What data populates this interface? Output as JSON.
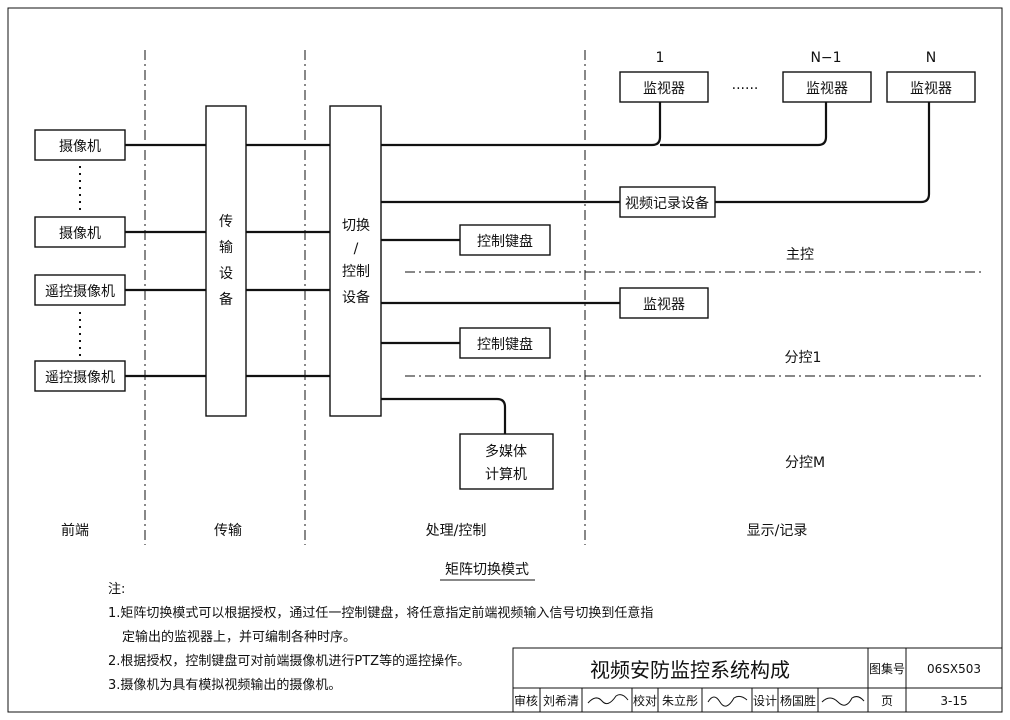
{
  "columns": {
    "front": "前端",
    "transmission": "传输",
    "processing": "处理/控制",
    "display": "显示/记录"
  },
  "cameras": [
    "摄像机",
    "摄像机",
    "遥控摄像机",
    "遥控摄像机"
  ],
  "transmission_equipment": [
    "传",
    "输",
    "设",
    "备"
  ],
  "switch_equipment": [
    "切换",
    "/",
    "控制",
    "设备"
  ],
  "monitor_index": [
    "1",
    "N−1",
    "N"
  ],
  "monitor": "监视器",
  "monitor_ellipsis": "······",
  "video_recorder": "视频记录设备",
  "control_keyboard": "控制键盘",
  "multimedia_computer": [
    "多媒体",
    "计算机"
  ],
  "zones": {
    "main": "主控",
    "sub1": "分控1",
    "subM": "分控M"
  },
  "diagram_title": "矩阵切换模式",
  "notes": {
    "heading": "注:",
    "items": [
      "1.矩阵切换模式可以根据授权，通过任一控制键盘，将任意指定前端视频输入信号切换到任意指",
      "定输出的监视器上，并可编制各种时序。",
      "2.根据授权，控制键盘可对前端摄像机进行PTZ等的遥控操作。",
      "3.摄像机为具有模拟视频输出的摄像机。"
    ]
  },
  "title_block": {
    "title": "视频安防监控系统构成",
    "atlas_label": "图集号",
    "atlas_no": "06SX503",
    "review_label": "审核",
    "reviewer": "刘希清",
    "check_label": "校对",
    "checker": "朱立彤",
    "design_label": "设计",
    "designer": "杨国胜",
    "page_label": "页",
    "page_no": "3-15"
  }
}
